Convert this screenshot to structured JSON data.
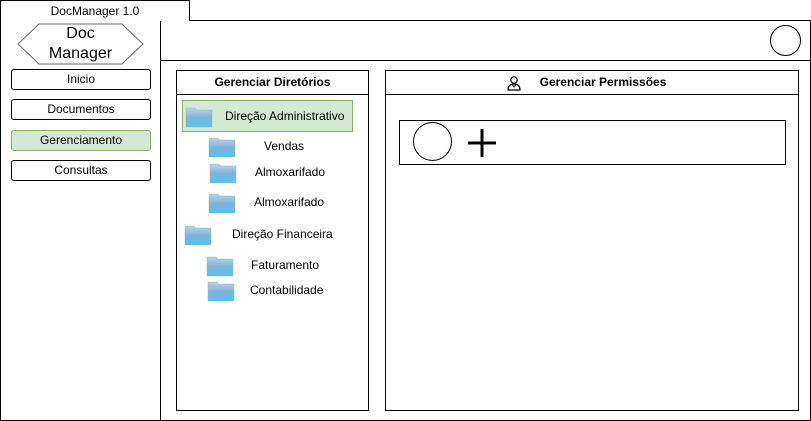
{
  "app": {
    "title": "DocManager 1.0",
    "logo_line1": "Doc",
    "logo_line2": "Manager"
  },
  "nav": {
    "items": [
      {
        "label": "Inicio",
        "active": false
      },
      {
        "label": "Documentos",
        "active": false
      },
      {
        "label": "Gerenciamento",
        "active": true
      },
      {
        "label": "Consultas",
        "active": false
      }
    ]
  },
  "directories": {
    "title": "Gerenciar Diretórios",
    "items": [
      {
        "label": "Direção Administrativo",
        "selected": true
      },
      {
        "label": "Vendas"
      },
      {
        "label": "Almoxarifado"
      },
      {
        "label": "Almoxarifado"
      },
      {
        "label": "Direção Financeira"
      },
      {
        "label": "Faturamento"
      },
      {
        "label": "Contabilidade"
      }
    ]
  },
  "permissions": {
    "title": "Gerenciar Permissões",
    "title_icon": "user-icon",
    "add_icon": "plus-icon"
  },
  "colors": {
    "active_fill": "#d5e8d4",
    "active_border": "#82b366",
    "folder_top": "#8fb8d6",
    "folder_bottom": "#4fc3f7"
  }
}
